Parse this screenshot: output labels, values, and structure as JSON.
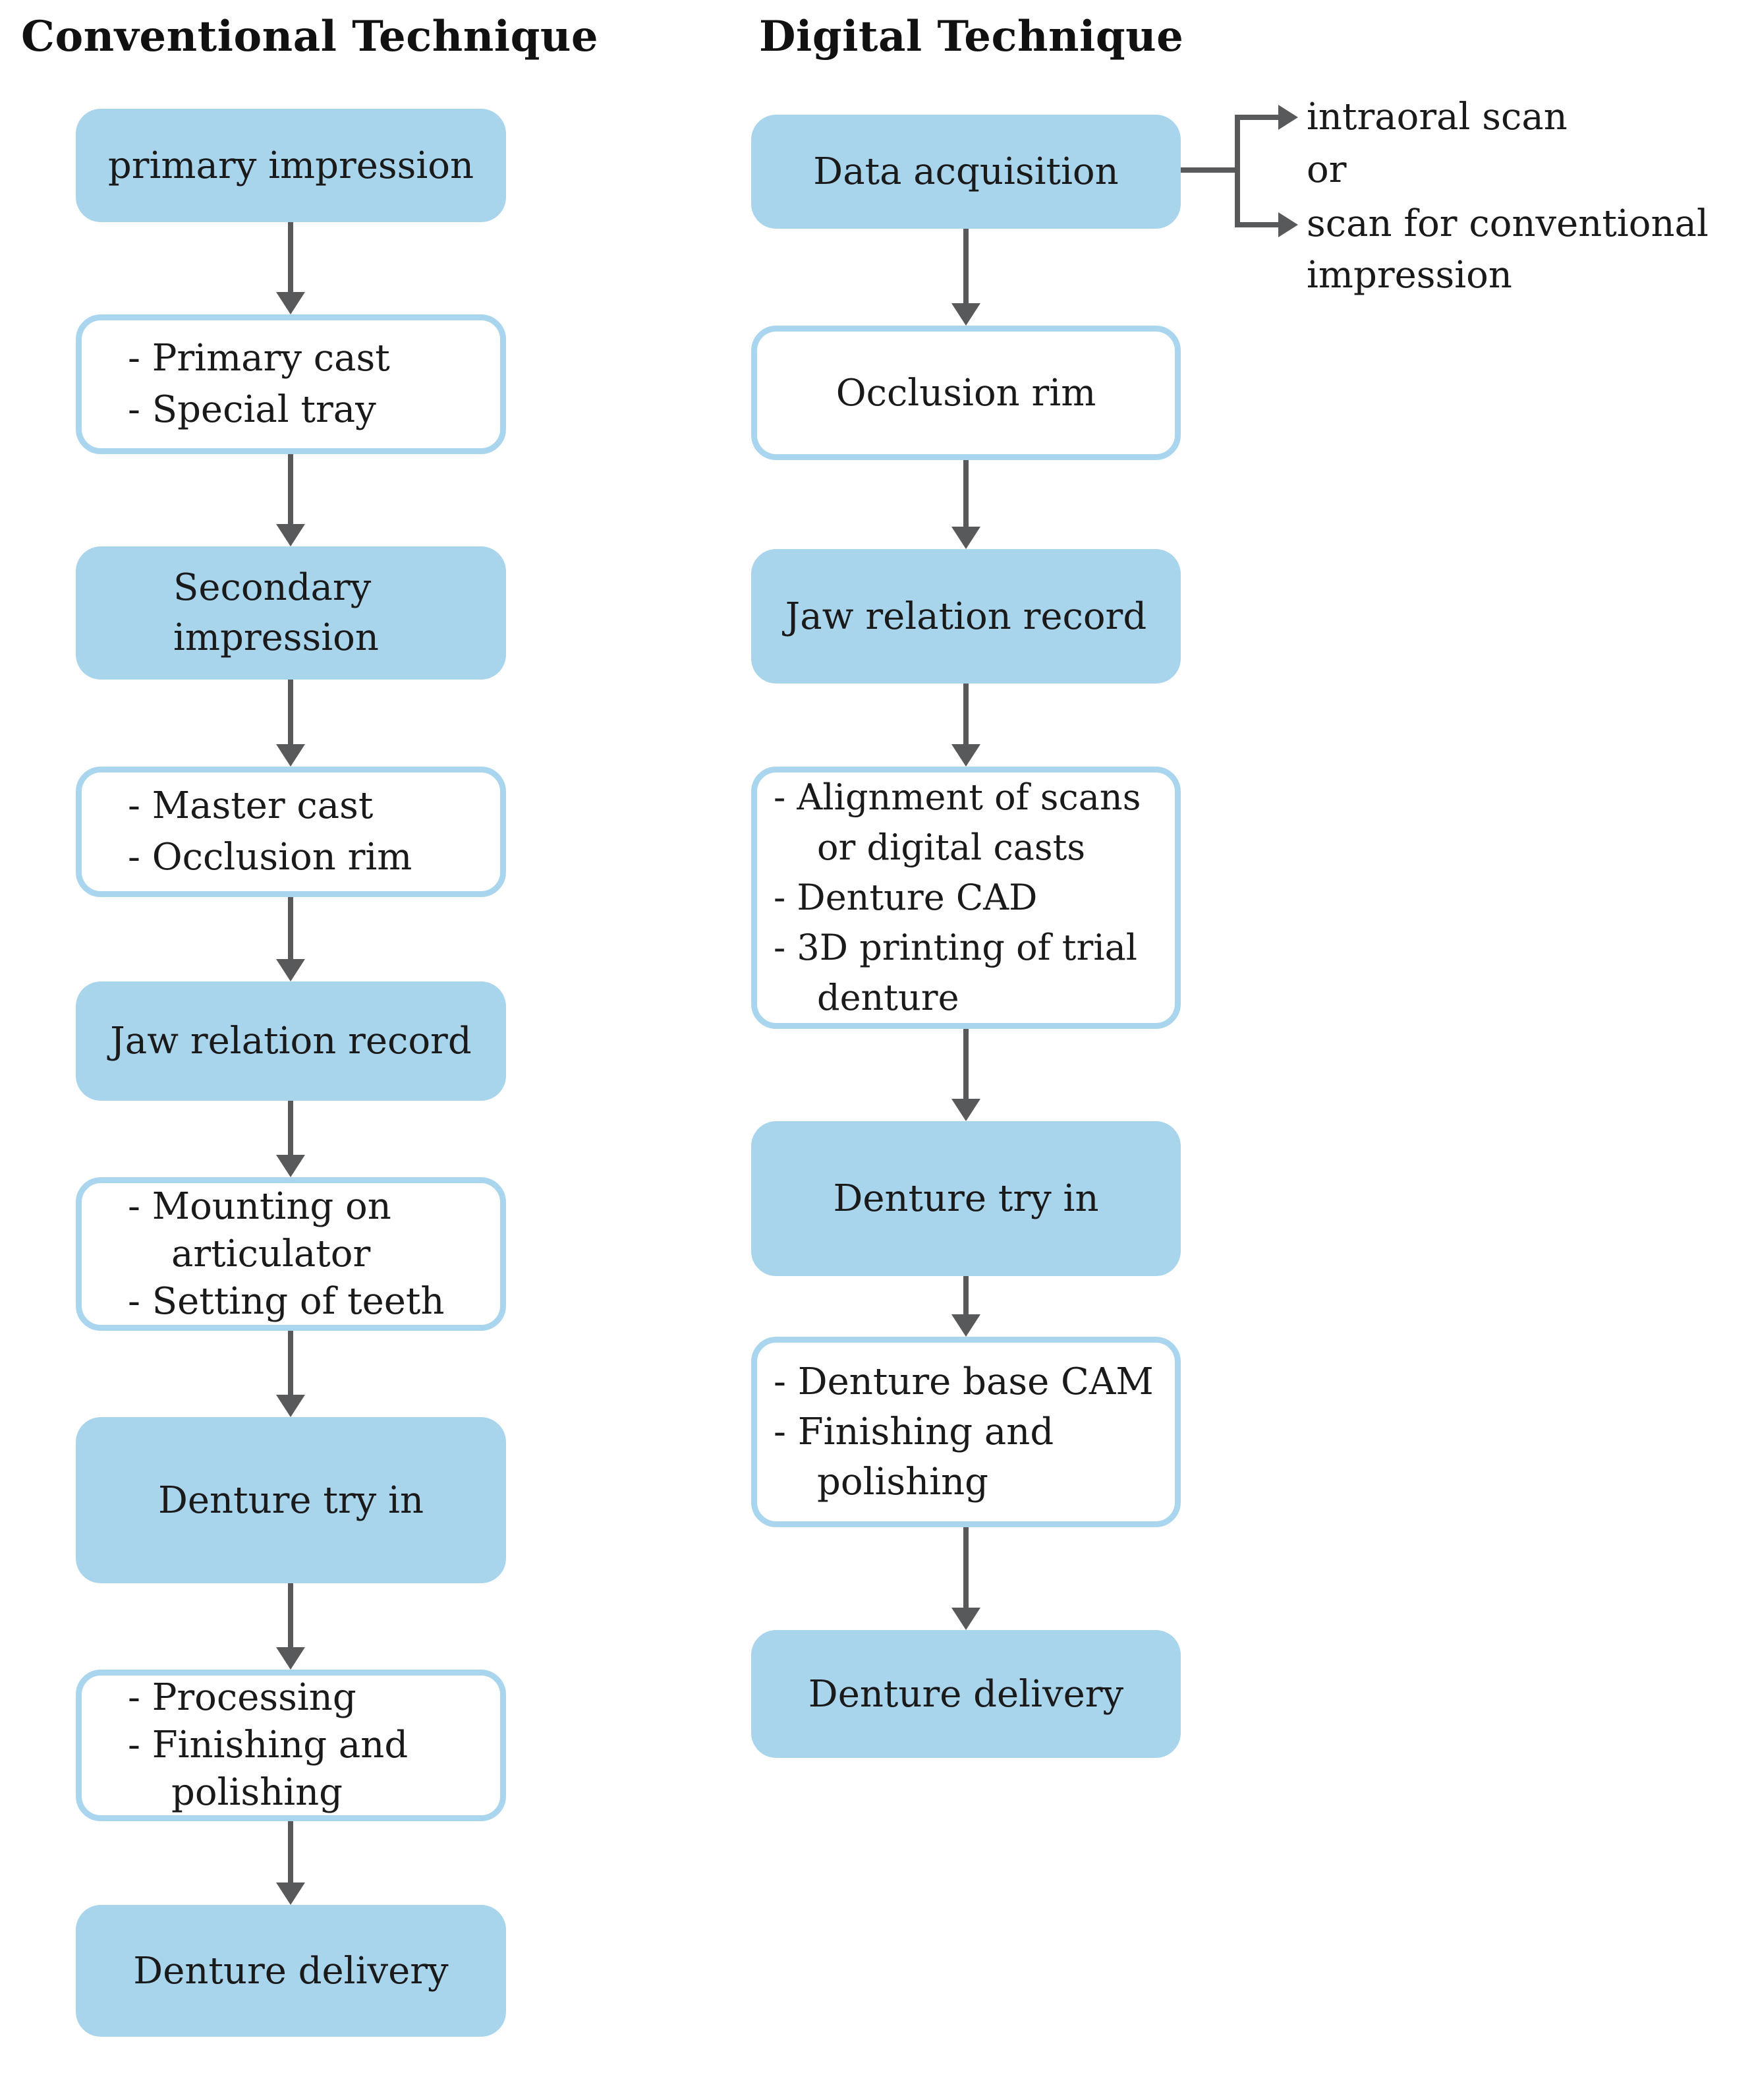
{
  "colors": {
    "box_fill": "#a8d4ec",
    "box_border": "#a9d6ee",
    "arrow": "#58595b",
    "text": "#1a1a1a",
    "bg": "#ffffff"
  },
  "columns": [
    {
      "title": "Conventional Technique",
      "nodes": [
        {
          "style": "filled",
          "lines": [
            "primary impression"
          ]
        },
        {
          "style": "outlined",
          "lines": [
            "- Primary cast",
            "- Special tray"
          ]
        },
        {
          "style": "filled",
          "lines": [
            "Secondary",
            "impression"
          ]
        },
        {
          "style": "outlined",
          "lines": [
            "- Master cast",
            "- Occlusion rim"
          ]
        },
        {
          "style": "filled",
          "lines": [
            "Jaw relation record"
          ]
        },
        {
          "style": "outlined",
          "lines": [
            "- Mounting on",
            "articulator",
            "- Setting of teeth"
          ]
        },
        {
          "style": "filled",
          "lines": [
            "Denture try in"
          ]
        },
        {
          "style": "outlined",
          "lines": [
            "- Processing",
            "- Finishing and",
            "polishing"
          ]
        },
        {
          "style": "filled",
          "lines": [
            "Denture delivery"
          ]
        }
      ]
    },
    {
      "title": "Digital Technique",
      "nodes": [
        {
          "style": "filled",
          "lines": [
            "Data acquisition"
          ]
        },
        {
          "style": "outlined",
          "lines": [
            "Occlusion rim"
          ]
        },
        {
          "style": "filled",
          "lines": [
            "Jaw relation record"
          ]
        },
        {
          "style": "outlined",
          "lines": [
            "- Alignment of scans",
            "or digital casts",
            "- Denture CAD",
            "- 3D printing of trial",
            "denture"
          ]
        },
        {
          "style": "filled",
          "lines": [
            "Denture try in"
          ]
        },
        {
          "style": "outlined",
          "lines": [
            "- Denture base CAM",
            "- Finishing and",
            "polishing"
          ]
        },
        {
          "style": "filled",
          "lines": [
            "Denture delivery"
          ]
        }
      ]
    }
  ],
  "branch": {
    "options": [
      {
        "lines": [
          "intraoral scan"
        ]
      },
      {
        "lines": [
          "or"
        ]
      },
      {
        "lines": [
          "scan for conventional",
          "impression"
        ]
      }
    ]
  }
}
